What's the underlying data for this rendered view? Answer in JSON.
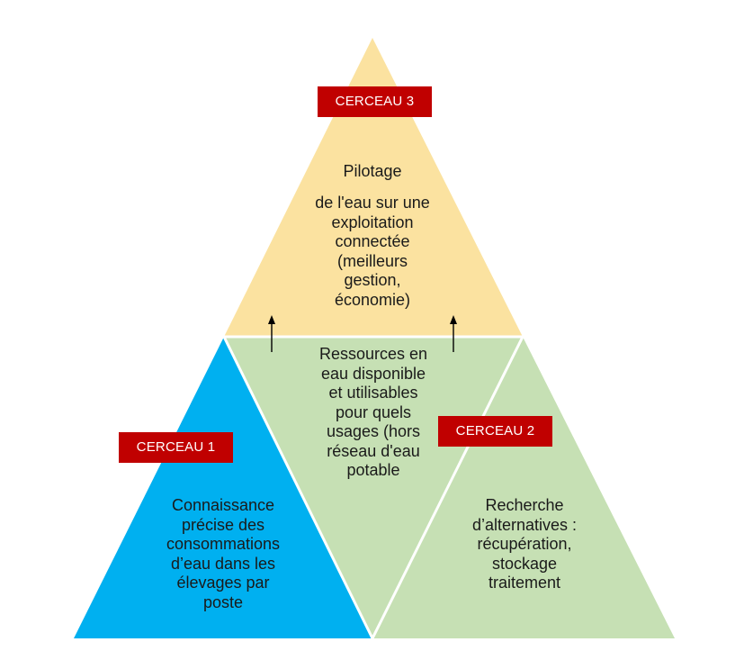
{
  "colors": {
    "top": "#fbe2a0",
    "middle": "#c6e0b4",
    "left": "#00b0f0",
    "right": "#c6e0b4",
    "edge": "#ffffff",
    "badge": "#c00000"
  },
  "badges": {
    "cerceau3": "CERCEAU 3",
    "cerceau1": "CERCEAU 1",
    "cerceau2": "CERCEAU 2"
  },
  "top_section": {
    "title": "Pilotage",
    "body": "de l'eau sur une\nexploitation\nconnectée\n(meilleurs\ngestion,\néconomie)"
  },
  "middle_section": {
    "body": "Ressources en\neau disponible\net utilisables\npour quels\nusages (hors\nréseau d'eau\npotable"
  },
  "left_section": {
    "body": "Connaissance\nprécise des\nconsommations\nd’eau dans les\nélevages par\nposte"
  },
  "right_section": {
    "body": "Recherche\nd’alternatives :\nrécupération,\nstockage\ntraitement"
  }
}
